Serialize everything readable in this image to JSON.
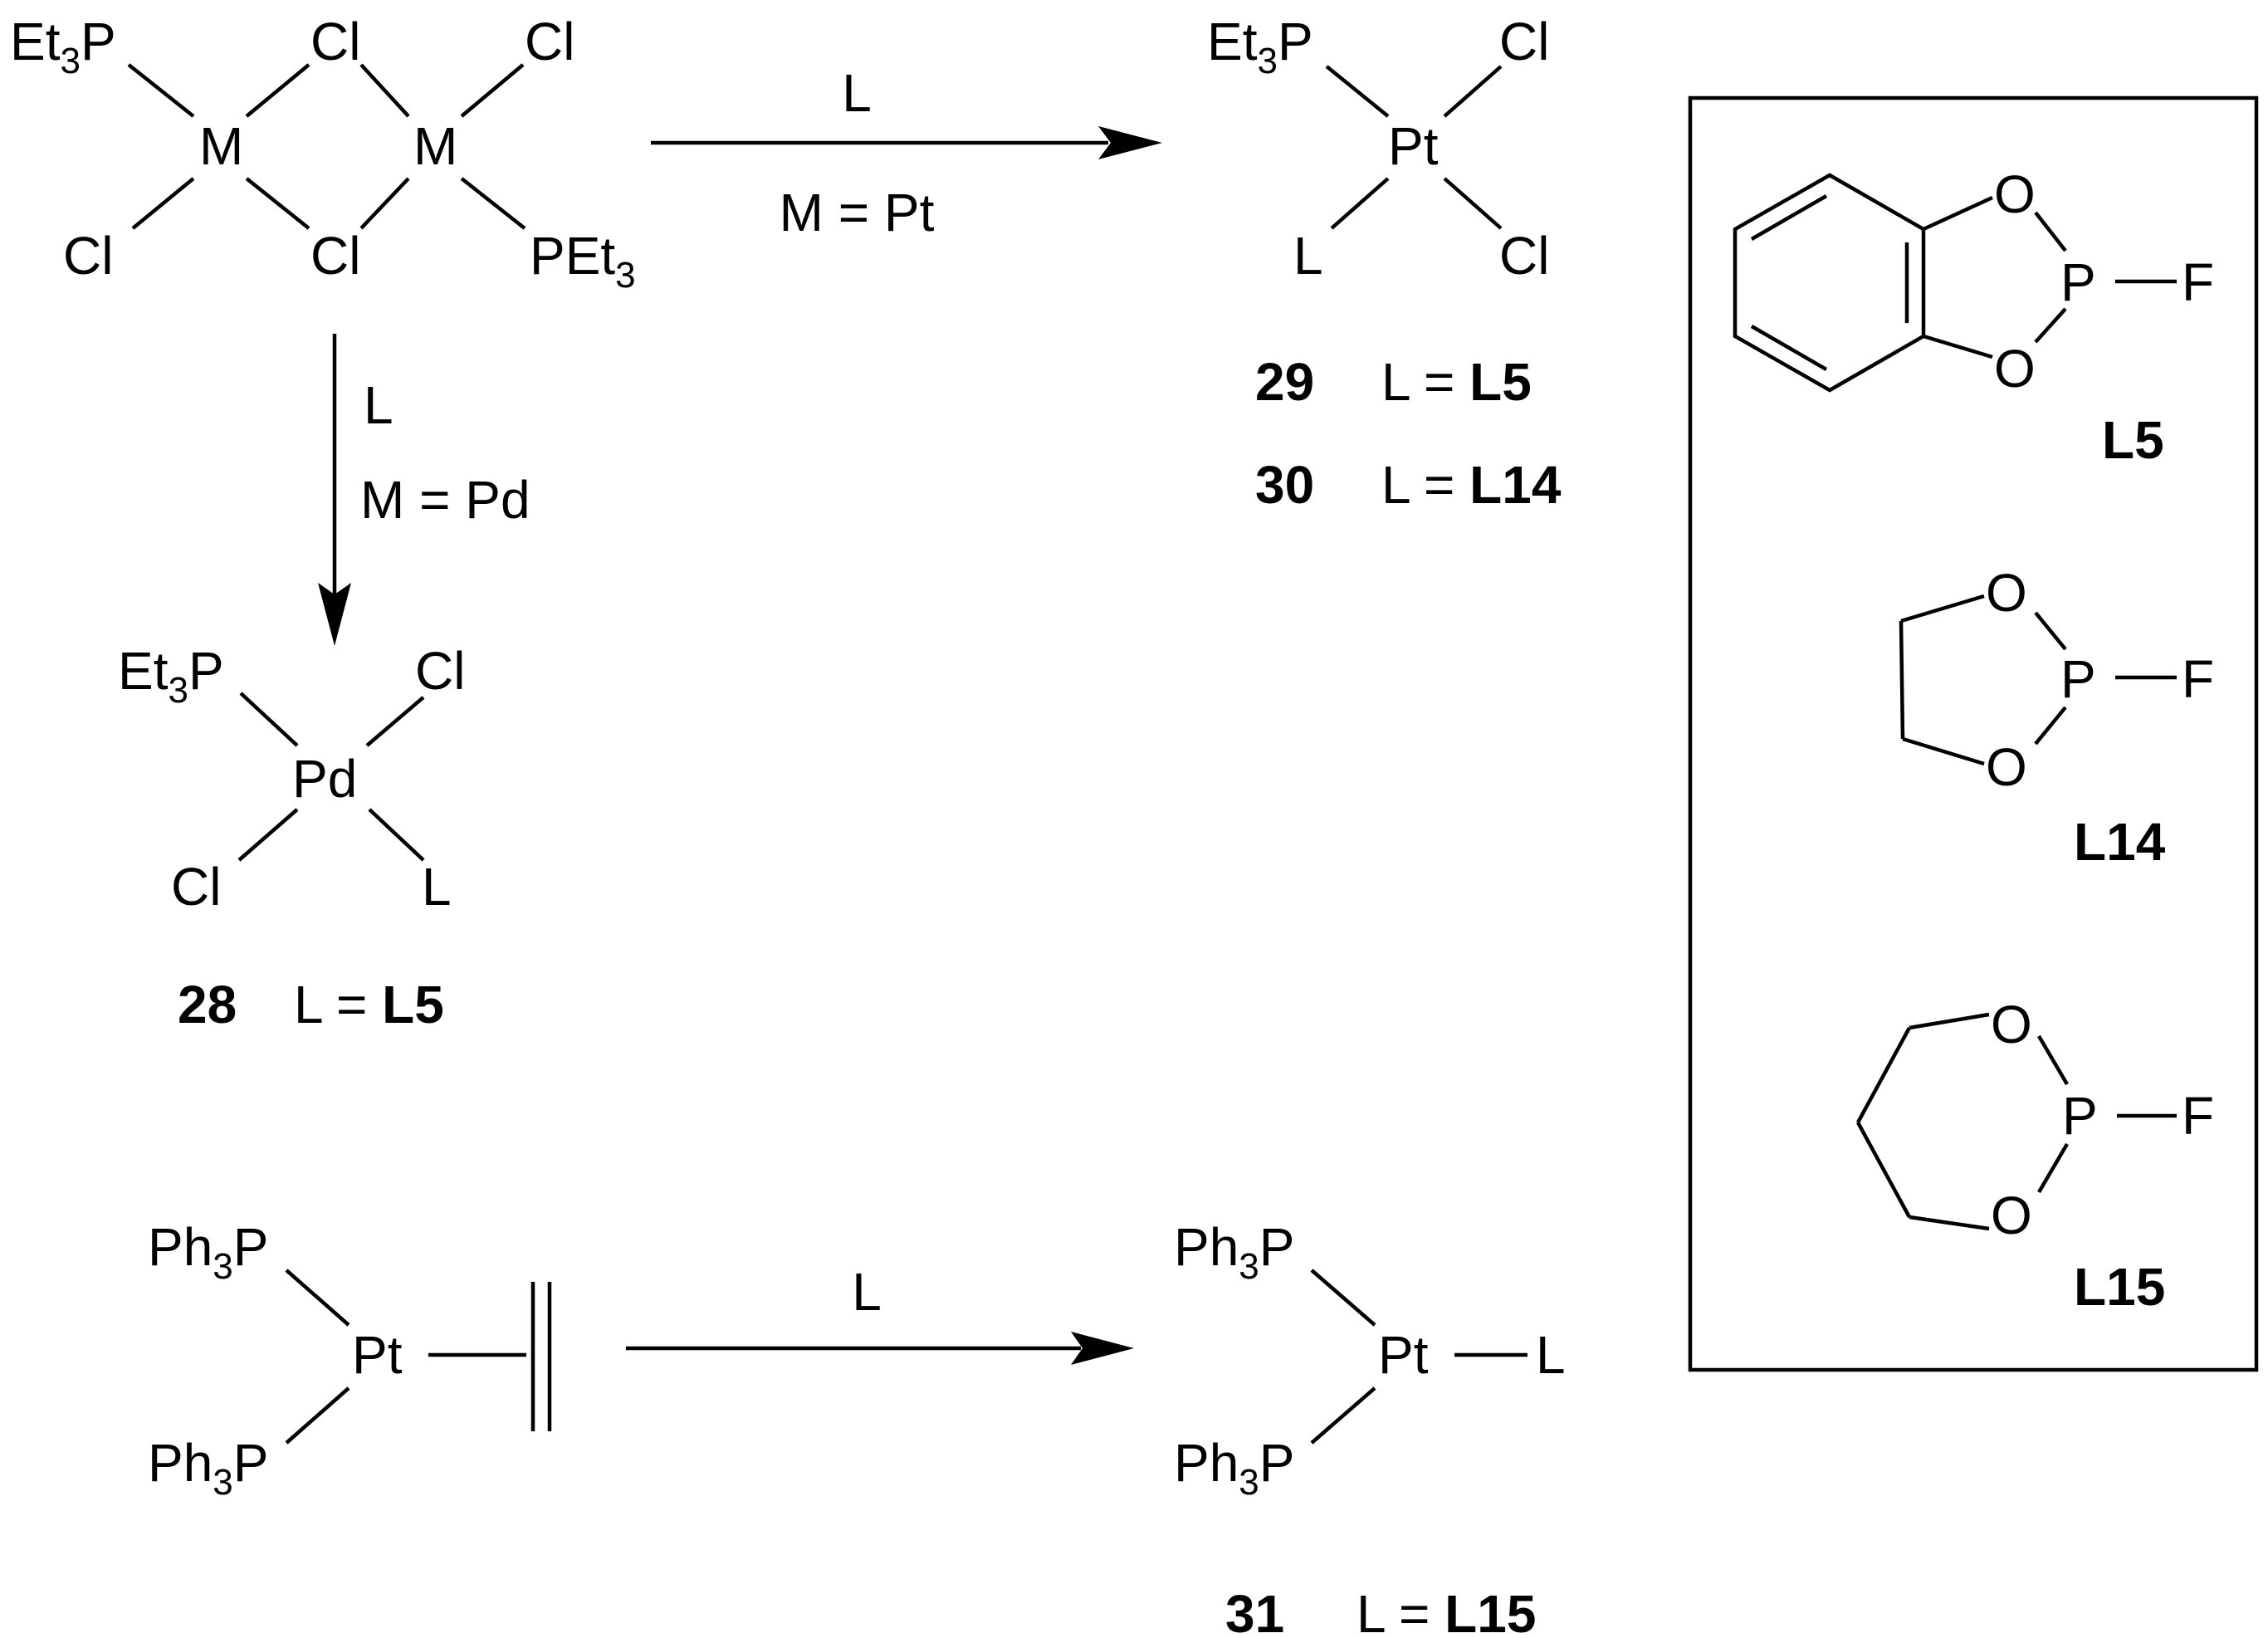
{
  "colors": {
    "ink": "#000000",
    "background": "#ffffff"
  },
  "atoms": {
    "et3": "Et",
    "three": "3",
    "p": "P",
    "ph": "Ph",
    "cl": "Cl",
    "m": "M",
    "pt": "Pt",
    "pd": "Pd",
    "l": "L",
    "o": "O",
    "f": "F"
  },
  "reactions": {
    "top": {
      "reagent": "L",
      "condition": "M = Pt"
    },
    "down": {
      "reagent": "L",
      "condition": "M = Pd"
    },
    "bottom": {
      "reagent": "L"
    }
  },
  "compounds": {
    "c28": {
      "number": "28",
      "prefix": "L = ",
      "ligand": "L5"
    },
    "c29": {
      "number": "29",
      "prefix": "L = ",
      "ligand": "L5"
    },
    "c30": {
      "number": "30",
      "prefix": "L = ",
      "ligand": "L14"
    },
    "c31": {
      "number": "31",
      "prefix": "L = ",
      "ligand": "L15"
    }
  },
  "ligands": {
    "l5": "L5",
    "l14": "L14",
    "l15": "L15"
  }
}
